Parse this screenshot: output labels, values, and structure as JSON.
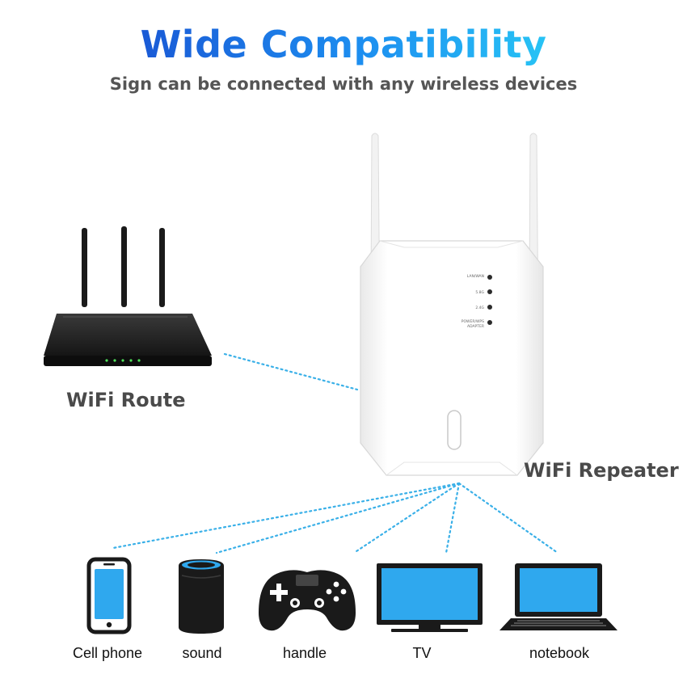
{
  "header": {
    "title": "Wide Compatibility",
    "subtitle": "Sign can be connected with any wireless devices"
  },
  "labels": {
    "router": "WiFi Route",
    "repeater": "WiFi Repeater"
  },
  "repeater_leds": [
    "LAN/WAN",
    "5.8G",
    "2.4G",
    "POWER/WPS",
    "ADAPTER"
  ],
  "devices": [
    {
      "label": "Cell phone",
      "icon": "cell-phone-icon"
    },
    {
      "label": "sound",
      "icon": "smart-speaker-icon"
    },
    {
      "label": "handle",
      "icon": "gamepad-icon"
    },
    {
      "label": "TV",
      "icon": "tv-icon"
    },
    {
      "label": "notebook",
      "icon": "laptop-icon"
    }
  ],
  "colors": {
    "accent": "#1d8ff0",
    "screen": "#2fa8ee",
    "link": "#3ab0e8",
    "device_dark": "#1a1a1a"
  }
}
